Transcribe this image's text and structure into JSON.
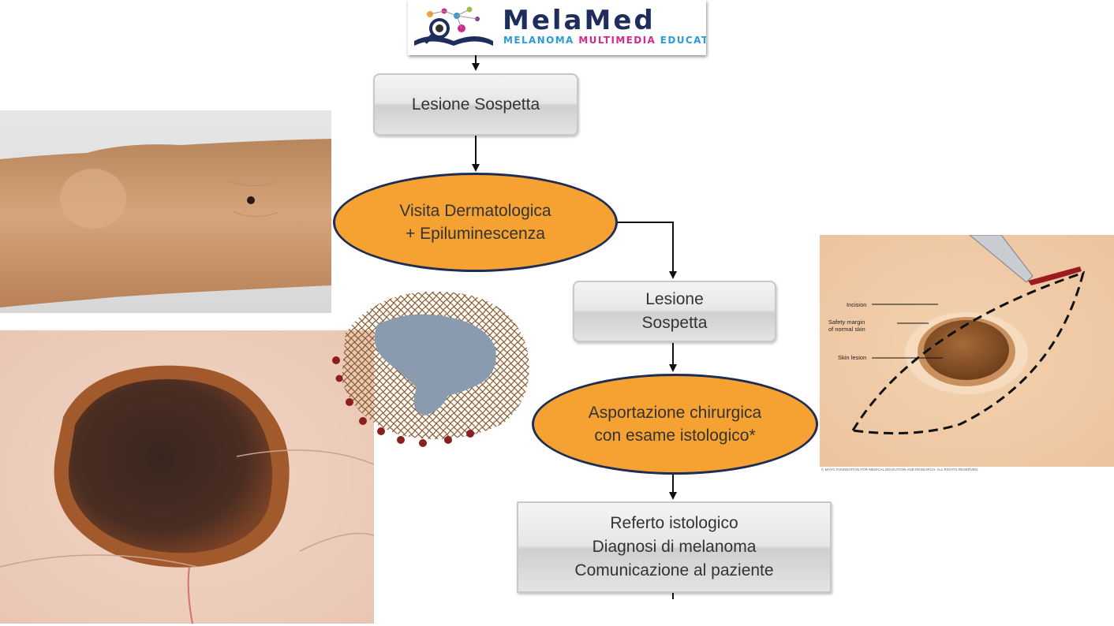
{
  "logo": {
    "brand": "MelaMed",
    "tagline_parts": [
      "MELANOMA ",
      "MULTIMEDIA ",
      "EDUCATION"
    ],
    "tagline_colors": [
      "#2a9bd6",
      "#d12a8c",
      "#2a9bd6"
    ]
  },
  "flow": {
    "node1": "Lesione Sospetta",
    "node2": "Visita Dermatologica\n+ Epiluminescenza",
    "node3": "Lesione\nSospetta",
    "node4": "Asportazione chirurgica\ncon esame istologico*",
    "node5": "Referto istologico\nDiagnosi di melanoma\nComunicazione al paziente"
  },
  "surgery": {
    "label_incision": "Incision",
    "label_margin_1": "Safety margin",
    "label_margin_2": "of normal skin",
    "label_lesion": "Skin lesion",
    "copyright": "© MAYO FOUNDATION FOR MEDICAL EDUCATION AND RESEARCH. ALL RIGHTS RESERVED."
  },
  "colors": {
    "ellipse_fill": "#f5a233",
    "ellipse_border": "#1e2d55",
    "brand_navy": "#1f2d5c"
  }
}
